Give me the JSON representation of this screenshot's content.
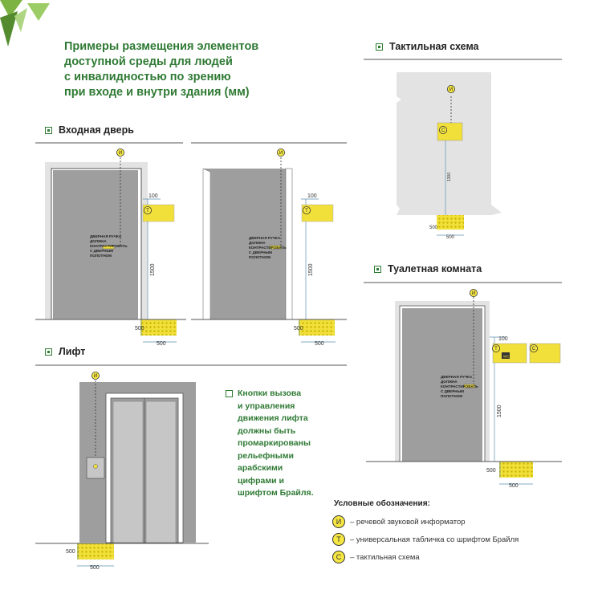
{
  "title": "Примеры размещения элементов\nдоступной среды для людей\nс инвалидностью по зрению\nпри входе и внутри здания (мм)",
  "sections": {
    "entrance_door": "Входная дверь",
    "elevator": "Лифт",
    "tactile_scheme": "Тактильная схема",
    "restroom": "Туалетная комната"
  },
  "door_note": [
    "ДВЕРНАЯ РУЧКА",
    "ДОЛЖНА",
    "КОНТРАСТИРОВАТЬ",
    "С ДВЕРНЫМ",
    "ПОЛОТНОМ"
  ],
  "dims": {
    "d100": "100",
    "d1500": "1500",
    "d500": "500",
    "d1300": "1300"
  },
  "elevator_note": "Кнопки вызова\nи управления\nдвижения лифта\nдолжны быть\nпромаркированы\nрельефными\nарабскими\nцифрами и\nшрифтом Брайля.",
  "legend": {
    "title": "Условные обозначения:",
    "items": [
      {
        "symbol": "И",
        "text": "– речевой звуковой информатор"
      },
      {
        "symbol": "Т",
        "text": "– универсальная табличка со шрифтом Брайля"
      },
      {
        "symbol": "С",
        "text": "– тактильная схема"
      }
    ]
  },
  "sign_symbols": {
    "informer": "И",
    "tablet": "Т",
    "scheme": "С"
  },
  "wc_label": "WC",
  "colors": {
    "accent": "#2e7d32",
    "wall": "#e3e3e3",
    "door": "#9e9e9e",
    "tactile": "#f2e03a",
    "dim": "#5a8fb0"
  }
}
